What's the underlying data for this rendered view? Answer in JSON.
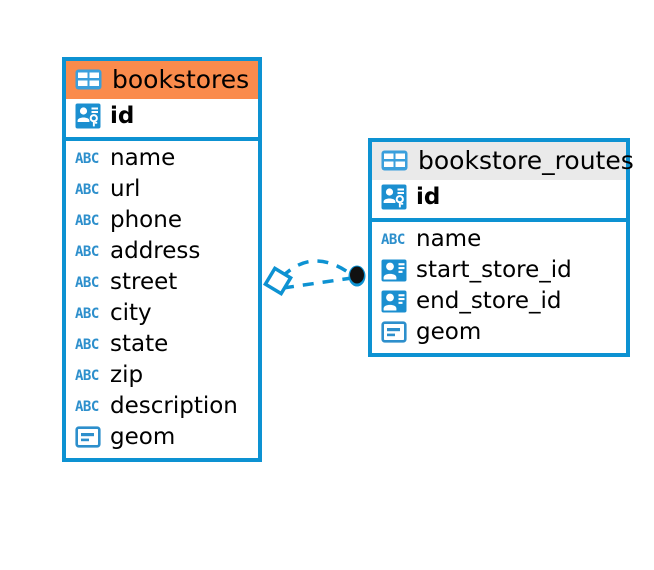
{
  "diagram": {
    "type": "entity-relationship-diagram",
    "background_color": "#ffffff",
    "accent_color": "#0d92d2",
    "highlight_header_color": "#fa8b4c",
    "normal_header_color": "#eaeaea"
  },
  "entities": [
    {
      "name": "bookstores",
      "header_style": "orange",
      "table_icon": "table-icon",
      "primary_keys": [
        {
          "label": "id",
          "icon": "primary-key-icon"
        }
      ],
      "attributes": [
        {
          "label": "name",
          "icon": "text-abc-icon"
        },
        {
          "label": "url",
          "icon": "text-abc-icon"
        },
        {
          "label": "phone",
          "icon": "text-abc-icon"
        },
        {
          "label": "address",
          "icon": "text-abc-icon"
        },
        {
          "label": "street",
          "icon": "text-abc-icon"
        },
        {
          "label": "city",
          "icon": "text-abc-icon"
        },
        {
          "label": "state",
          "icon": "text-abc-icon"
        },
        {
          "label": "zip",
          "icon": "text-abc-icon"
        },
        {
          "label": "description",
          "icon": "text-abc-icon"
        },
        {
          "label": "geom",
          "icon": "geometry-icon"
        }
      ]
    },
    {
      "name": "bookstore_routes",
      "header_style": "gray",
      "table_icon": "table-icon",
      "primary_keys": [
        {
          "label": "id",
          "icon": "primary-key-icon"
        }
      ],
      "attributes": [
        {
          "label": "name",
          "icon": "text-abc-icon"
        },
        {
          "label": "start_store_id",
          "icon": "foreign-key-icon"
        },
        {
          "label": "end_store_id",
          "icon": "foreign-key-icon"
        },
        {
          "label": "geom",
          "icon": "geometry-icon"
        }
      ]
    }
  ],
  "relationship": {
    "from_entity": "bookstores",
    "to_entity": "bookstore_routes",
    "line_style": "dashed",
    "line_color": "#0d92d2",
    "source_marker": "diamond-marker",
    "target_marker": "filled-dot-marker"
  }
}
